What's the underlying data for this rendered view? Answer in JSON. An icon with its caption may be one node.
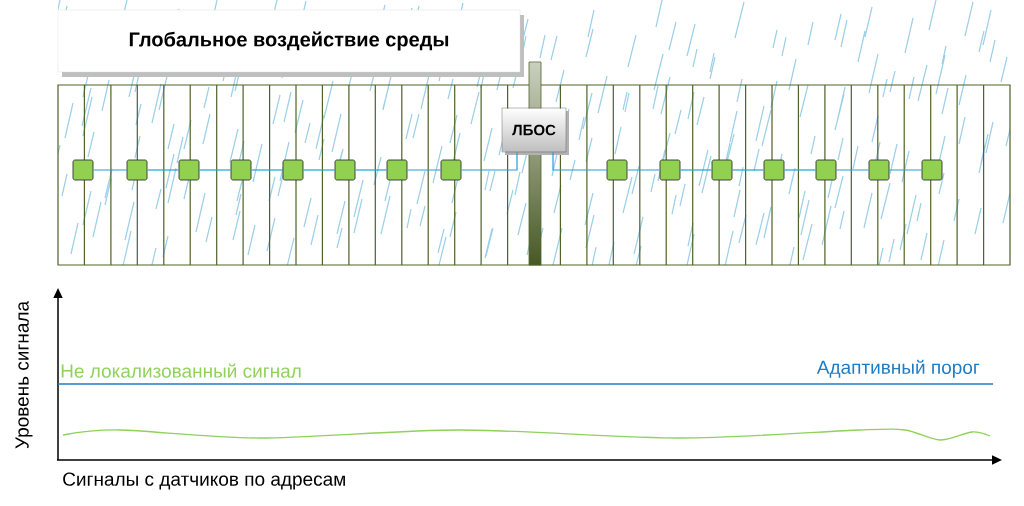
{
  "diagram": {
    "nodes": [
      {
        "text": [
          "Глобальное воздействие среды"
        ]
      },
      {
        "text": [
          "ЛБОС"
        ]
      },
      {
        "text": [],
        "shape": "box"
      },
      {
        "text": [],
        "shape": "box"
      },
      {
        "text": [],
        "shape": "box"
      },
      {
        "text": [],
        "shape": "box"
      },
      {
        "text": [],
        "shape": "box"
      },
      {
        "text": [],
        "shape": "box"
      },
      {
        "text": [],
        "shape": "box"
      },
      {
        "text": [],
        "shape": "box"
      },
      {
        "text": [],
        "shape": "box"
      },
      {
        "text": [],
        "shape": "box"
      },
      {
        "text": [],
        "shape": "box"
      },
      {
        "text": [],
        "shape": "box"
      },
      {
        "text": [],
        "shape": "box"
      },
      {
        "text": [],
        "shape": "box"
      },
      {
        "text": [],
        "shape": "box"
      }
    ],
    "edges": [
      {
        "from": 2,
        "to": 3,
        "arrow": "none"
      },
      {
        "from": 3,
        "to": 4,
        "arrow": "none"
      },
      {
        "from": 4,
        "to": 5,
        "arrow": "none"
      },
      {
        "from": 5,
        "to": 6,
        "arrow": "none"
      },
      {
        "from": 6,
        "to": 7,
        "arrow": "none"
      },
      {
        "from": 7,
        "to": 8,
        "arrow": "none"
      },
      {
        "from": 8,
        "to": 9,
        "arrow": "none"
      },
      {
        "from": 9,
        "to": 1,
        "arrow": "none"
      },
      {
        "from": 1,
        "to": 10,
        "arrow": "none"
      },
      {
        "from": 10,
        "to": 11,
        "arrow": "none"
      },
      {
        "from": 11,
        "to": 12,
        "arrow": "none"
      },
      {
        "from": 12,
        "to": 13,
        "arrow": "none"
      },
      {
        "from": 13,
        "to": 14,
        "arrow": "none"
      },
      {
        "from": 14,
        "to": 15,
        "arrow": "none"
      },
      {
        "from": 15,
        "to": 16,
        "arrow": "none"
      }
    ],
    "labels": [
      "Уровень сигнала",
      "Не локализованный сигнал",
      "Адаптивный порог",
      "Сигналы с датчиков по адресам"
    ]
  }
}
